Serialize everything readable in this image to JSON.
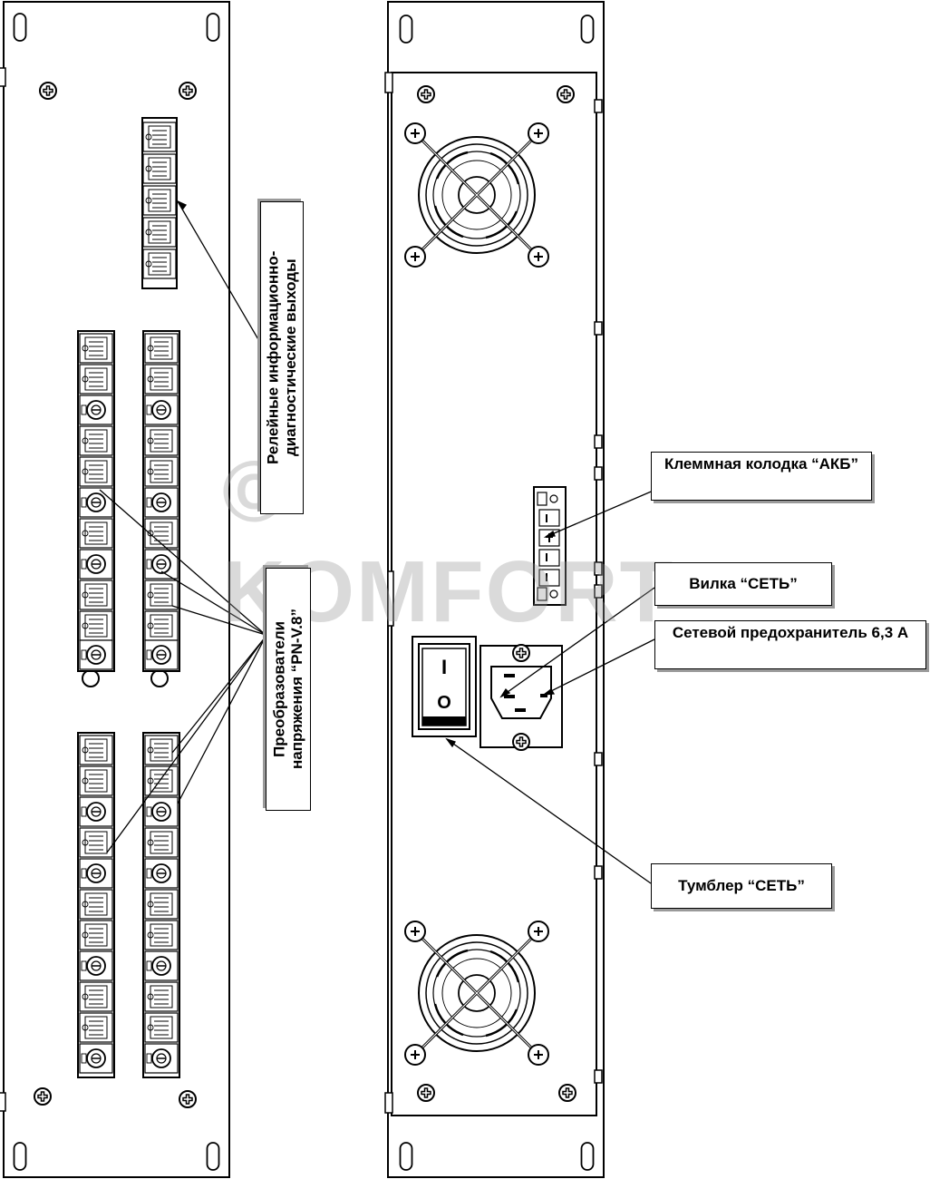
{
  "watermark": {
    "text": "© KOMFORT"
  },
  "labels": {
    "relay_outputs": "Релейные информационно-диагностические выходы",
    "converters": "Преобразователи напряжения “PN-V.8”",
    "terminal_block": "Клеммная колодка “АКБ”",
    "mains_plug": "Вилка “СЕТЬ”",
    "mains_fuse": "Сетевой предохранитель 6,3 А",
    "mains_switch": "Тумблер “СЕТЬ”"
  },
  "switch": {
    "on_mark": "I",
    "off_mark": "O"
  },
  "icons": [
    "screw-icon",
    "fan-icon",
    "slot-hole-icon",
    "terminal-module-icon",
    "iec-socket-icon",
    "rocker-switch-icon"
  ],
  "colors": {
    "line": "#000000",
    "label_shadow": "#9a9a9a",
    "watermark": "#969696"
  }
}
